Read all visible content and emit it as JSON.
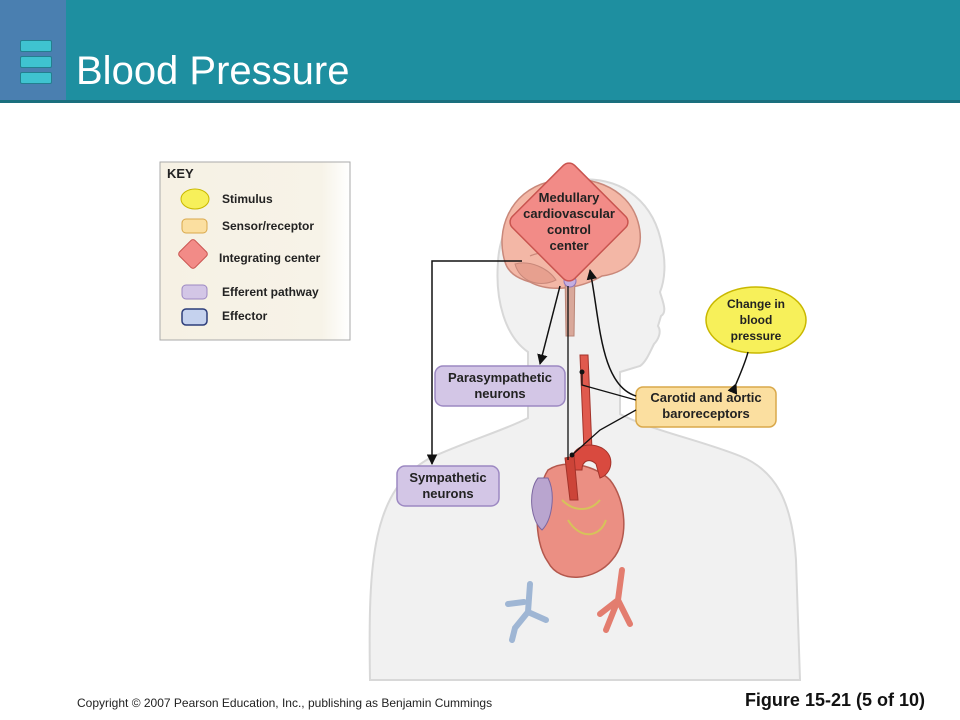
{
  "slide": {
    "title": "Blood Pressure",
    "footer_copyright": "Copyright © 2007 Pearson Education, Inc., publishing as Benjamin Cummings",
    "figure_label": "Figure 15-21 (5 of 10)"
  },
  "key": {
    "heading": "KEY",
    "items": [
      {
        "label": "Stimulus",
        "color": "#f7f05a"
      },
      {
        "label": "Sensor/receptor",
        "color": "#fbdfa0"
      },
      {
        "label": "Integrating center",
        "color": "#f28b87"
      },
      {
        "label": "Efferent pathway",
        "color": "#d3c6e6"
      },
      {
        "label": "Effector",
        "color": "#c5d2ee"
      }
    ]
  },
  "diagram": {
    "integrating_center": "Medullary\ncardiovascular\ncontrol\ncenter",
    "stimulus": "Change in\nblood\npressure",
    "receptor": "Carotid and aortic\nbaroreceptors",
    "parasympathetic": "Parasympathetic\nneurons",
    "sympathetic": "Sympathetic\nneurons"
  },
  "colors": {
    "header": "#1e8fa0",
    "header_accent": "#4a7fb0",
    "logo": "#3fc3d0"
  }
}
